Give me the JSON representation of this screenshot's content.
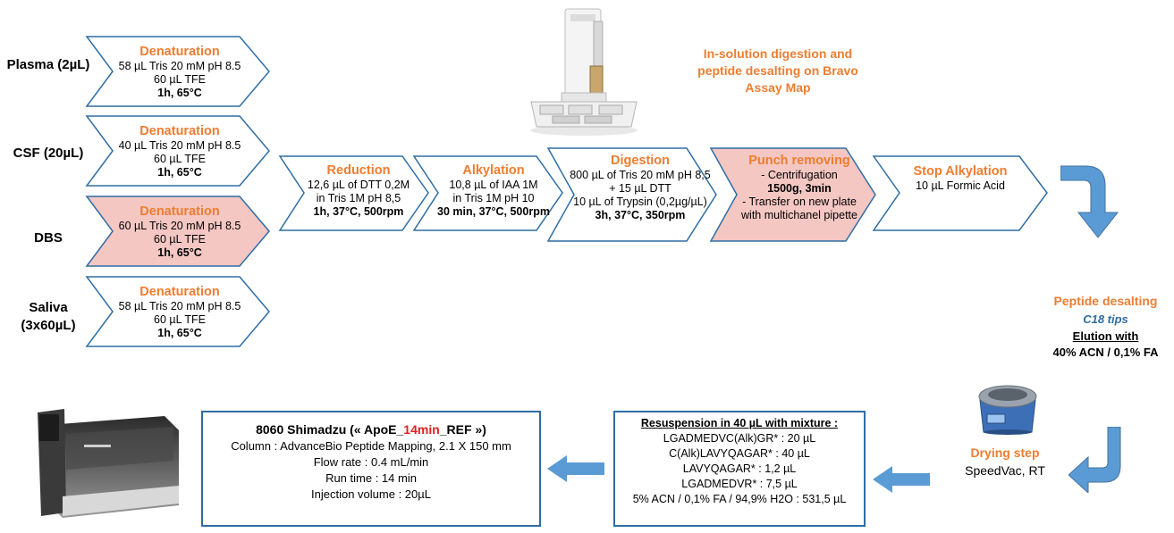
{
  "colors": {
    "accent": "#ED7D31",
    "outline": "#2E6DA4",
    "arrow": "#5B9BD5",
    "highlight": "#F4C7C3",
    "red": "#E02020"
  },
  "samples": [
    {
      "label": "Plasma (2µL)",
      "title": "Denaturation",
      "lines": [
        "58 µL Tris 20 mM pH 8.5",
        "60 µL TFE"
      ],
      "bold": "1h, 65°C",
      "highlight": false
    },
    {
      "label": "CSF (20µL)",
      "title": "Denaturation",
      "lines": [
        "40 µL Tris 20 mM pH 8.5",
        "60 µL TFE"
      ],
      "bold": "1h, 65°C",
      "highlight": false
    },
    {
      "label": "DBS",
      "title": "Denaturation",
      "lines": [
        "60 µL Tris 20 mM pH 8.5",
        "60 µL TFE"
      ],
      "bold": "1h, 65°C",
      "highlight": true
    },
    {
      "label": "Saliva (3x60µL)",
      "title": "Denaturation",
      "lines": [
        "58 µL Tris 20 mM pH 8.5",
        "60 µL TFE"
      ],
      "bold": "1h, 65°C",
      "highlight": false
    }
  ],
  "steps": [
    {
      "title": "Reduction",
      "lines": [
        "12,6 µL of DTT 0,2M",
        "in Tris 1M pH 8,5"
      ],
      "bold": "1h, 37°C, 500rpm",
      "highlight": false
    },
    {
      "title": "Alkylation",
      "lines": [
        "10,8 µL of IAA 1M",
        "in Tris 1M pH 10"
      ],
      "bold": "30 min, 37°C, 500rpm",
      "highlight": false
    },
    {
      "title": "Digestion",
      "lines": [
        "800 µL of Tris 20 mM pH 8,5",
        "+ 15 µL DTT",
        "10 µL of Trypsin (0,2µg/µL)"
      ],
      "bold": "3h, 37°C, 350rpm",
      "highlight": false
    },
    {
      "title": "Punch removing",
      "lines": [
        "- Centrifugation"
      ],
      "bold": "1500g, 3min",
      "lines2": [
        "- Transfer on new plate",
        "with multichanel pipette"
      ],
      "highlight": true
    },
    {
      "title": "Stop Alkylation",
      "lines": [
        "10 µL Formic Acid"
      ],
      "bold": "",
      "highlight": false
    }
  ],
  "bravo_caption": [
    "In-solution digestion and",
    "peptide desalting on Bravo",
    "Assay Map"
  ],
  "desalting": {
    "title": "Peptide desalting",
    "subtitle": "C18 tips",
    "elution_label": "Elution with",
    "elution_value": "40% ACN / 0,1% FA"
  },
  "drying": {
    "title": "Drying step",
    "subtitle": "SpeedVac, RT"
  },
  "resuspension": {
    "title": "Resuspension in 40 µL with mixture :",
    "lines": [
      "LGADMEDVC(Alk)GR* : 20 µL",
      "C(Alk)LAVYQAGAR* : 40 µL",
      "LAVYQAGAR* : 1,2 µL",
      "LGADMEDVR* : 7,5 µL",
      "5% ACN / 0,1% FA / 94,9% H2O : 531,5 µL"
    ]
  },
  "lcms": {
    "title_pre": "8060 Shimadzu (« ApoE_",
    "title_red": "14min",
    "title_post": "_REF »)",
    "lines": [
      "Column : AdvanceBio Peptide Mapping, 2.1 X 150 mm",
      "Flow rate : 0.4 mL/min",
      "Run time : 14 min",
      "Injection volume : 20µL"
    ]
  }
}
